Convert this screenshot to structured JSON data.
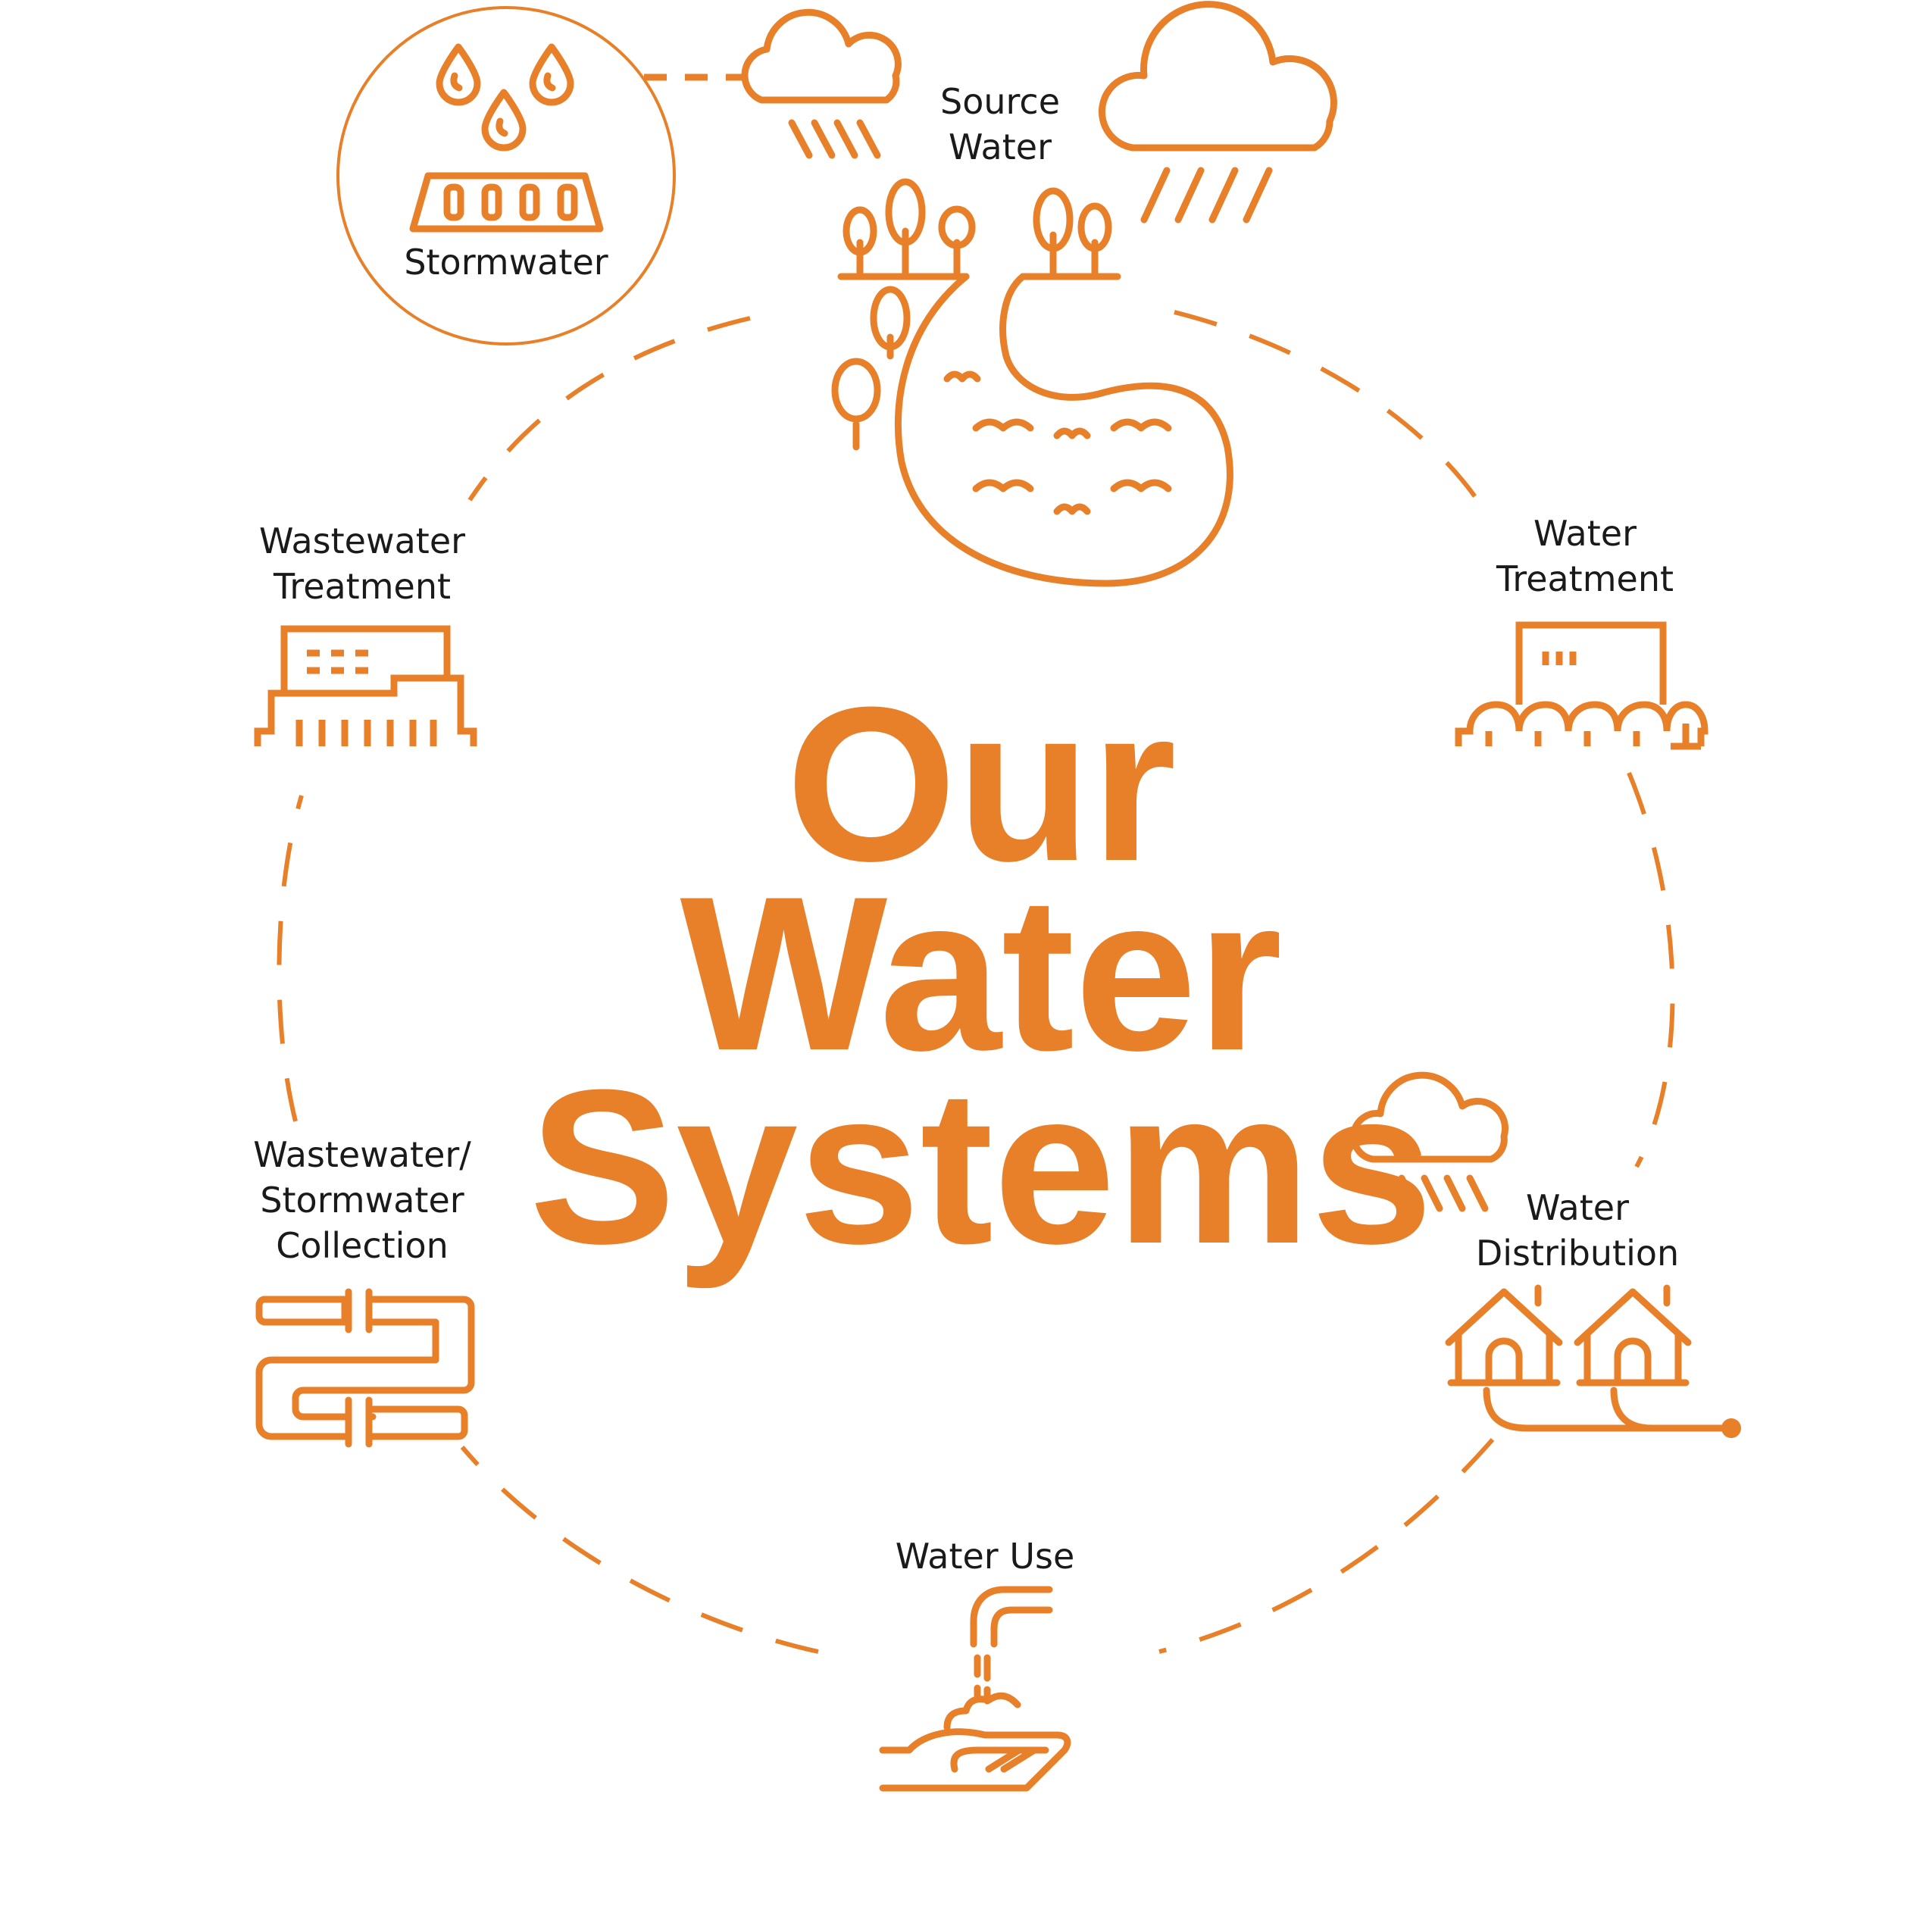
{
  "accent_color": "#E8802A",
  "title": {
    "line1": "Our",
    "line2": "Water",
    "line3": "Systems"
  },
  "stages": {
    "source_water": {
      "line1": "Source",
      "line2": "Water",
      "icon": "river-lake-icon"
    },
    "water_treatment": {
      "line1": "Water",
      "line2": "Treatment",
      "icon": "treatment-plant-icon"
    },
    "water_distribution": {
      "line1": "Water",
      "line2": "Distribution",
      "icon": "houses-pipeline-icon"
    },
    "water_use": {
      "label": "Water Use",
      "icon": "faucet-hand-icon"
    },
    "collection": {
      "line1": "Wastewater/",
      "line2": "Stormwater",
      "line3": "Collection",
      "icon": "pipes-icon"
    },
    "wastewater_treatment": {
      "line1": "Wastewater",
      "line2": "Treatment",
      "icon": "wastewater-plant-icon"
    },
    "stormwater": {
      "label": "Stormwater",
      "icon": "storm-drain-icon"
    }
  }
}
